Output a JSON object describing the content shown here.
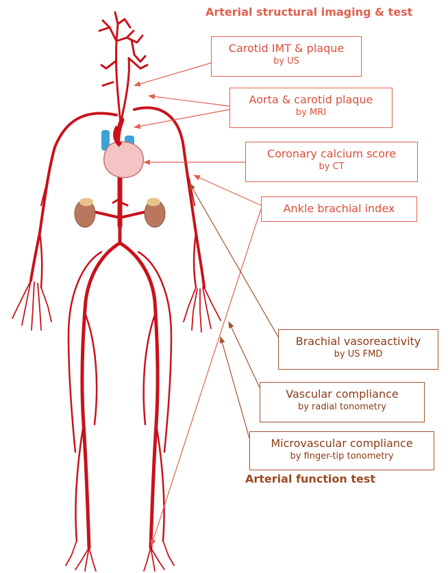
{
  "headers": {
    "structural": "Arterial structural imaging & test",
    "function": "Arterial function test"
  },
  "labels": {
    "carotid": {
      "line1": "Carotid IMT & plaque",
      "line2": "by US"
    },
    "aorta": {
      "line1": "Aorta & carotid plaque",
      "line2": "by MRI"
    },
    "coronary": {
      "line1": "Coronary calcium score",
      "line2": "by CT"
    },
    "abi": {
      "line1": "Ankle brachial index"
    },
    "brachial": {
      "line1": "Brachial vasoreactivity",
      "line2": "by US FMD"
    },
    "vascular": {
      "line1": "Vascular compliance",
      "line2": "by radial tonometry"
    },
    "micro": {
      "line1": "Microvascular compliance",
      "line2": "by finger-tip tonometry"
    }
  },
  "colors": {
    "structural_accent": "#e0604f",
    "function_accent": "#a0522d",
    "artery": "#c8121b",
    "vein": "#3aa3d8",
    "heart": "#f4c4c4",
    "kidney": "#b9785e",
    "adrenal": "#e8c48c"
  }
}
